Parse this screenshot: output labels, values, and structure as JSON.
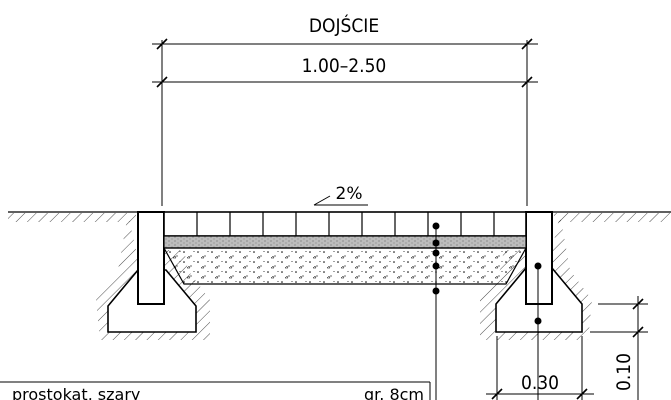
{
  "drawing": {
    "top_dimension_label": "DOJŚCIE",
    "width_dimension_label": "1.00–2.50",
    "slope_label": "2%",
    "foundation_width_label": "0.30",
    "foundation_height_label": "0.10"
  },
  "legend": {
    "items": [
      {
        "name": "prostokat, szary",
        "thickness": "gr. 8cm"
      }
    ]
  },
  "colors": {
    "line": "#000000",
    "background": "#ffffff",
    "bedding": "#bdbdbd"
  }
}
